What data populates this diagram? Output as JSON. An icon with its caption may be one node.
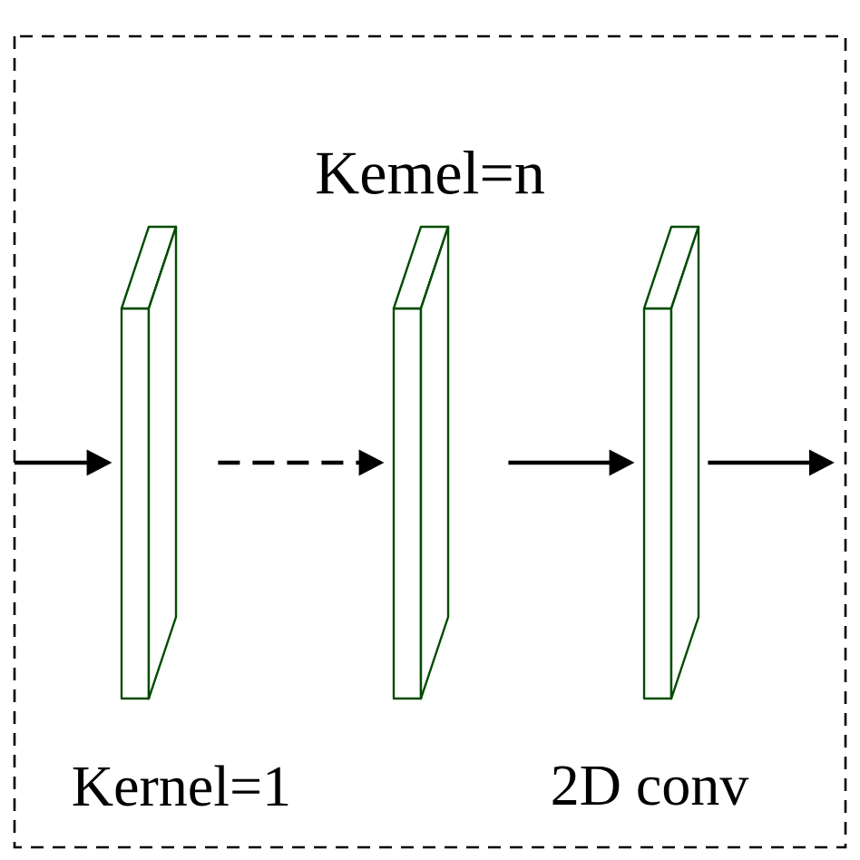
{
  "diagram": {
    "nodes": [
      {
        "text": [],
        "shape": "box"
      },
      {
        "text": [],
        "shape": "box"
      },
      {
        "text": [],
        "shape": "box"
      }
    ],
    "edges": [
      {
        "from": null,
        "to": 0,
        "arrow": "to"
      },
      {
        "from": 0,
        "to": 1,
        "arrow": "to",
        "style": "dashed"
      },
      {
        "from": 1,
        "to": 2,
        "arrow": "to"
      },
      {
        "from": 2,
        "to": null,
        "arrow": "to"
      }
    ],
    "labels": [
      "Kemel=n",
      "Kernel=1",
      "2D conv"
    ]
  }
}
